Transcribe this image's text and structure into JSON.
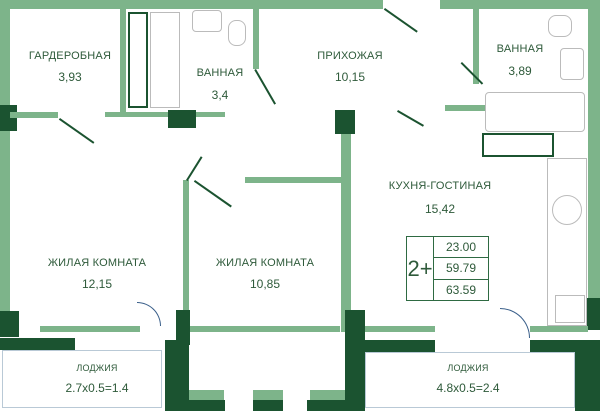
{
  "rooms": [
    {
      "name": "ГАРДЕРОБНАЯ",
      "area": "3,93"
    },
    {
      "name": "ВАННАЯ",
      "area": "3,4"
    },
    {
      "name": "ПРИХОЖАЯ",
      "area": "10,15"
    },
    {
      "name": "ВАННАЯ",
      "area": "3,89"
    },
    {
      "name": "КУХНЯ-ГОСТИНАЯ",
      "area": "15,42"
    },
    {
      "name": "ЖИЛАЯ КОМНАТА",
      "area": "12,15"
    },
    {
      "name": "ЖИЛАЯ КОМНАТА",
      "area": "10,85"
    },
    {
      "name": "ЛОДЖИЯ",
      "area": "2.7x0.5=1.4"
    },
    {
      "name": "ЛОДЖИЯ",
      "area": "4.8x0.5=2.4"
    }
  ],
  "summary": {
    "rooms": "2+",
    "living_area": "23.00",
    "total_area": "59.79",
    "total_with_loggia": "63.59"
  },
  "colors": {
    "wall_light": "#7db48a",
    "wall_dark": "#1b5330",
    "text": "#2e5a3a"
  }
}
